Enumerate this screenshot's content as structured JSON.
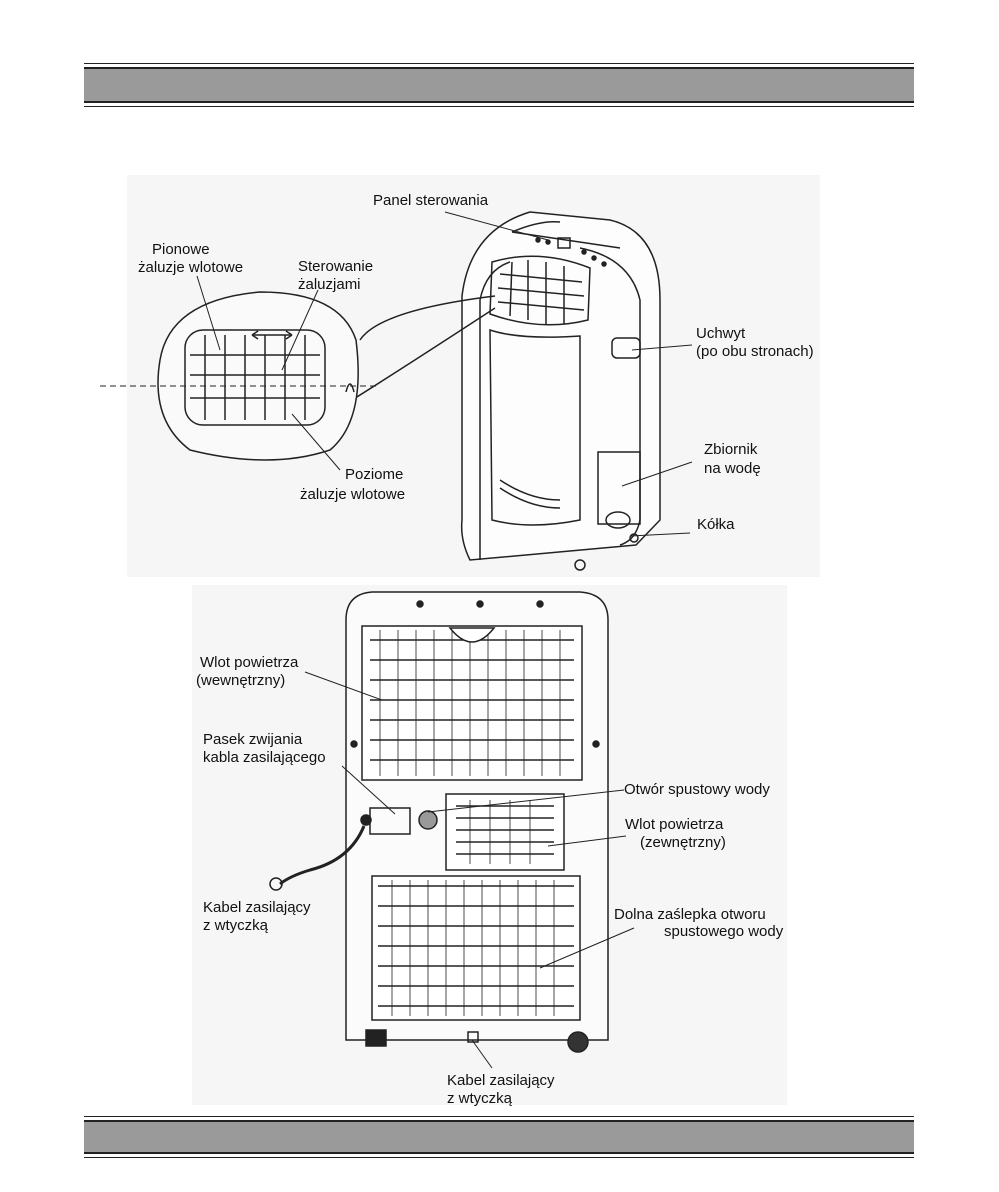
{
  "front_view": {
    "labels": {
      "control_panel": "Panel sterowania",
      "vertical_louvers": [
        "Pionowe",
        "żaluzje wlotowe"
      ],
      "louver_control": [
        "Sterowanie",
        "żaluzjami"
      ],
      "horizontal_louvers": [
        "Poziome",
        "żaluzje wlotowe"
      ],
      "handle": [
        "Uchwyt",
        "(po obu stronach)"
      ],
      "water_tank": [
        "Zbiornik",
        "na wodę"
      ],
      "wheels": "Kółka"
    }
  },
  "back_view": {
    "labels": {
      "air_inlet_internal": [
        "Wlot powietrza",
        "(wewnętrzny)"
      ],
      "cable_strap": [
        "Pasek zwijania",
        "kabla zasilającego"
      ],
      "water_drain": "Otwór spustowy wody",
      "air_inlet_external": [
        "Wlot powietrza",
        "(zewnętrzny)"
      ],
      "power_cable_left": [
        "Kabel zasilający",
        "z wtyczką"
      ],
      "drain_cap": [
        "Dolna zaślepka otworu",
        "spustowego wody"
      ],
      "power_cable_bottom": [
        "Kabel zasilający",
        "z wtyczką"
      ]
    }
  }
}
